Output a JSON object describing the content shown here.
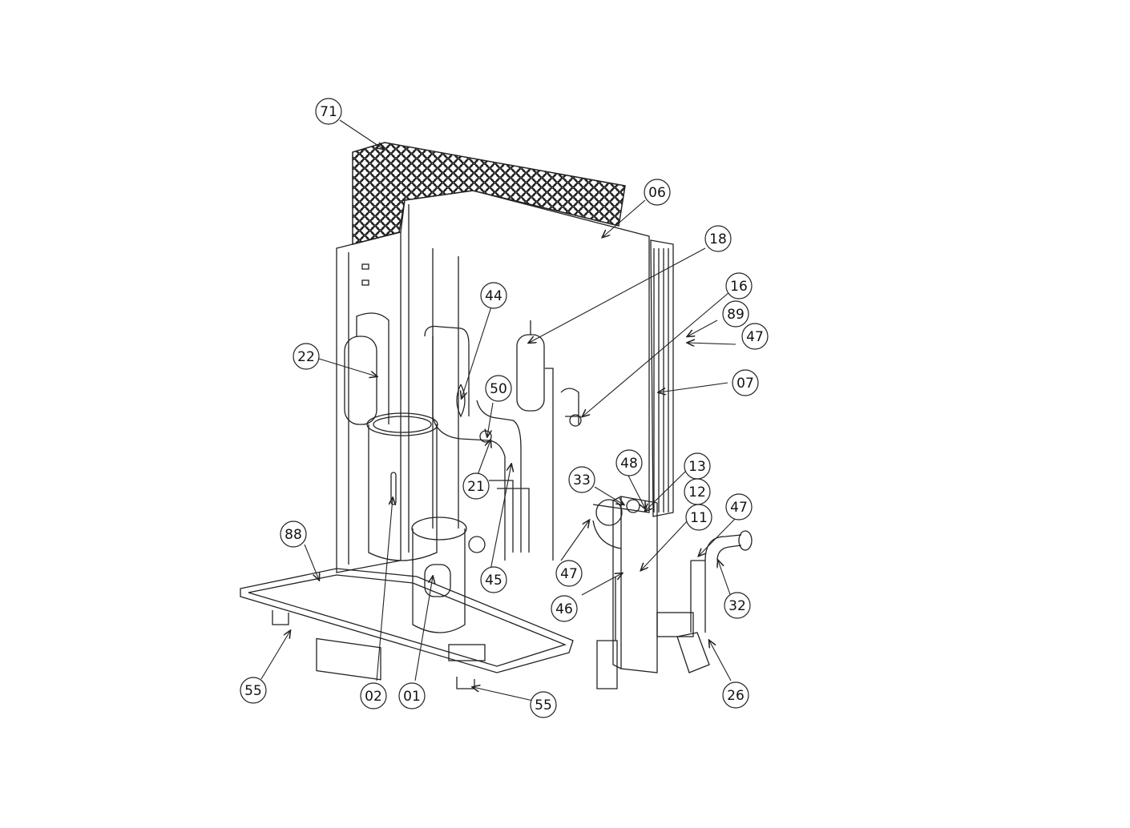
{
  "diagram": {
    "type": "exploded-parts-view",
    "line_color": "#222222",
    "background": "#ffffff",
    "callouts": [
      {
        "id": "c71",
        "label": "71"
      },
      {
        "id": "c06",
        "label": "06"
      },
      {
        "id": "c18",
        "label": "18"
      },
      {
        "id": "c16",
        "label": "16"
      },
      {
        "id": "c89",
        "label": "89"
      },
      {
        "id": "c47a",
        "label": "47"
      },
      {
        "id": "c44",
        "label": "44"
      },
      {
        "id": "c22",
        "label": "22"
      },
      {
        "id": "c50",
        "label": "50"
      },
      {
        "id": "c07",
        "label": "07"
      },
      {
        "id": "c13",
        "label": "13"
      },
      {
        "id": "c48",
        "label": "48"
      },
      {
        "id": "c33",
        "label": "33"
      },
      {
        "id": "c12",
        "label": "12"
      },
      {
        "id": "c21",
        "label": "21"
      },
      {
        "id": "c11",
        "label": "11"
      },
      {
        "id": "c47b",
        "label": "47"
      },
      {
        "id": "c88",
        "label": "88"
      },
      {
        "id": "c47c",
        "label": "47"
      },
      {
        "id": "c45",
        "label": "45"
      },
      {
        "id": "c32",
        "label": "32"
      },
      {
        "id": "c46",
        "label": "46"
      },
      {
        "id": "c26",
        "label": "26"
      },
      {
        "id": "c55a",
        "label": "55"
      },
      {
        "id": "c02",
        "label": "02"
      },
      {
        "id": "c01",
        "label": "01"
      },
      {
        "id": "c55b",
        "label": "55"
      }
    ]
  }
}
